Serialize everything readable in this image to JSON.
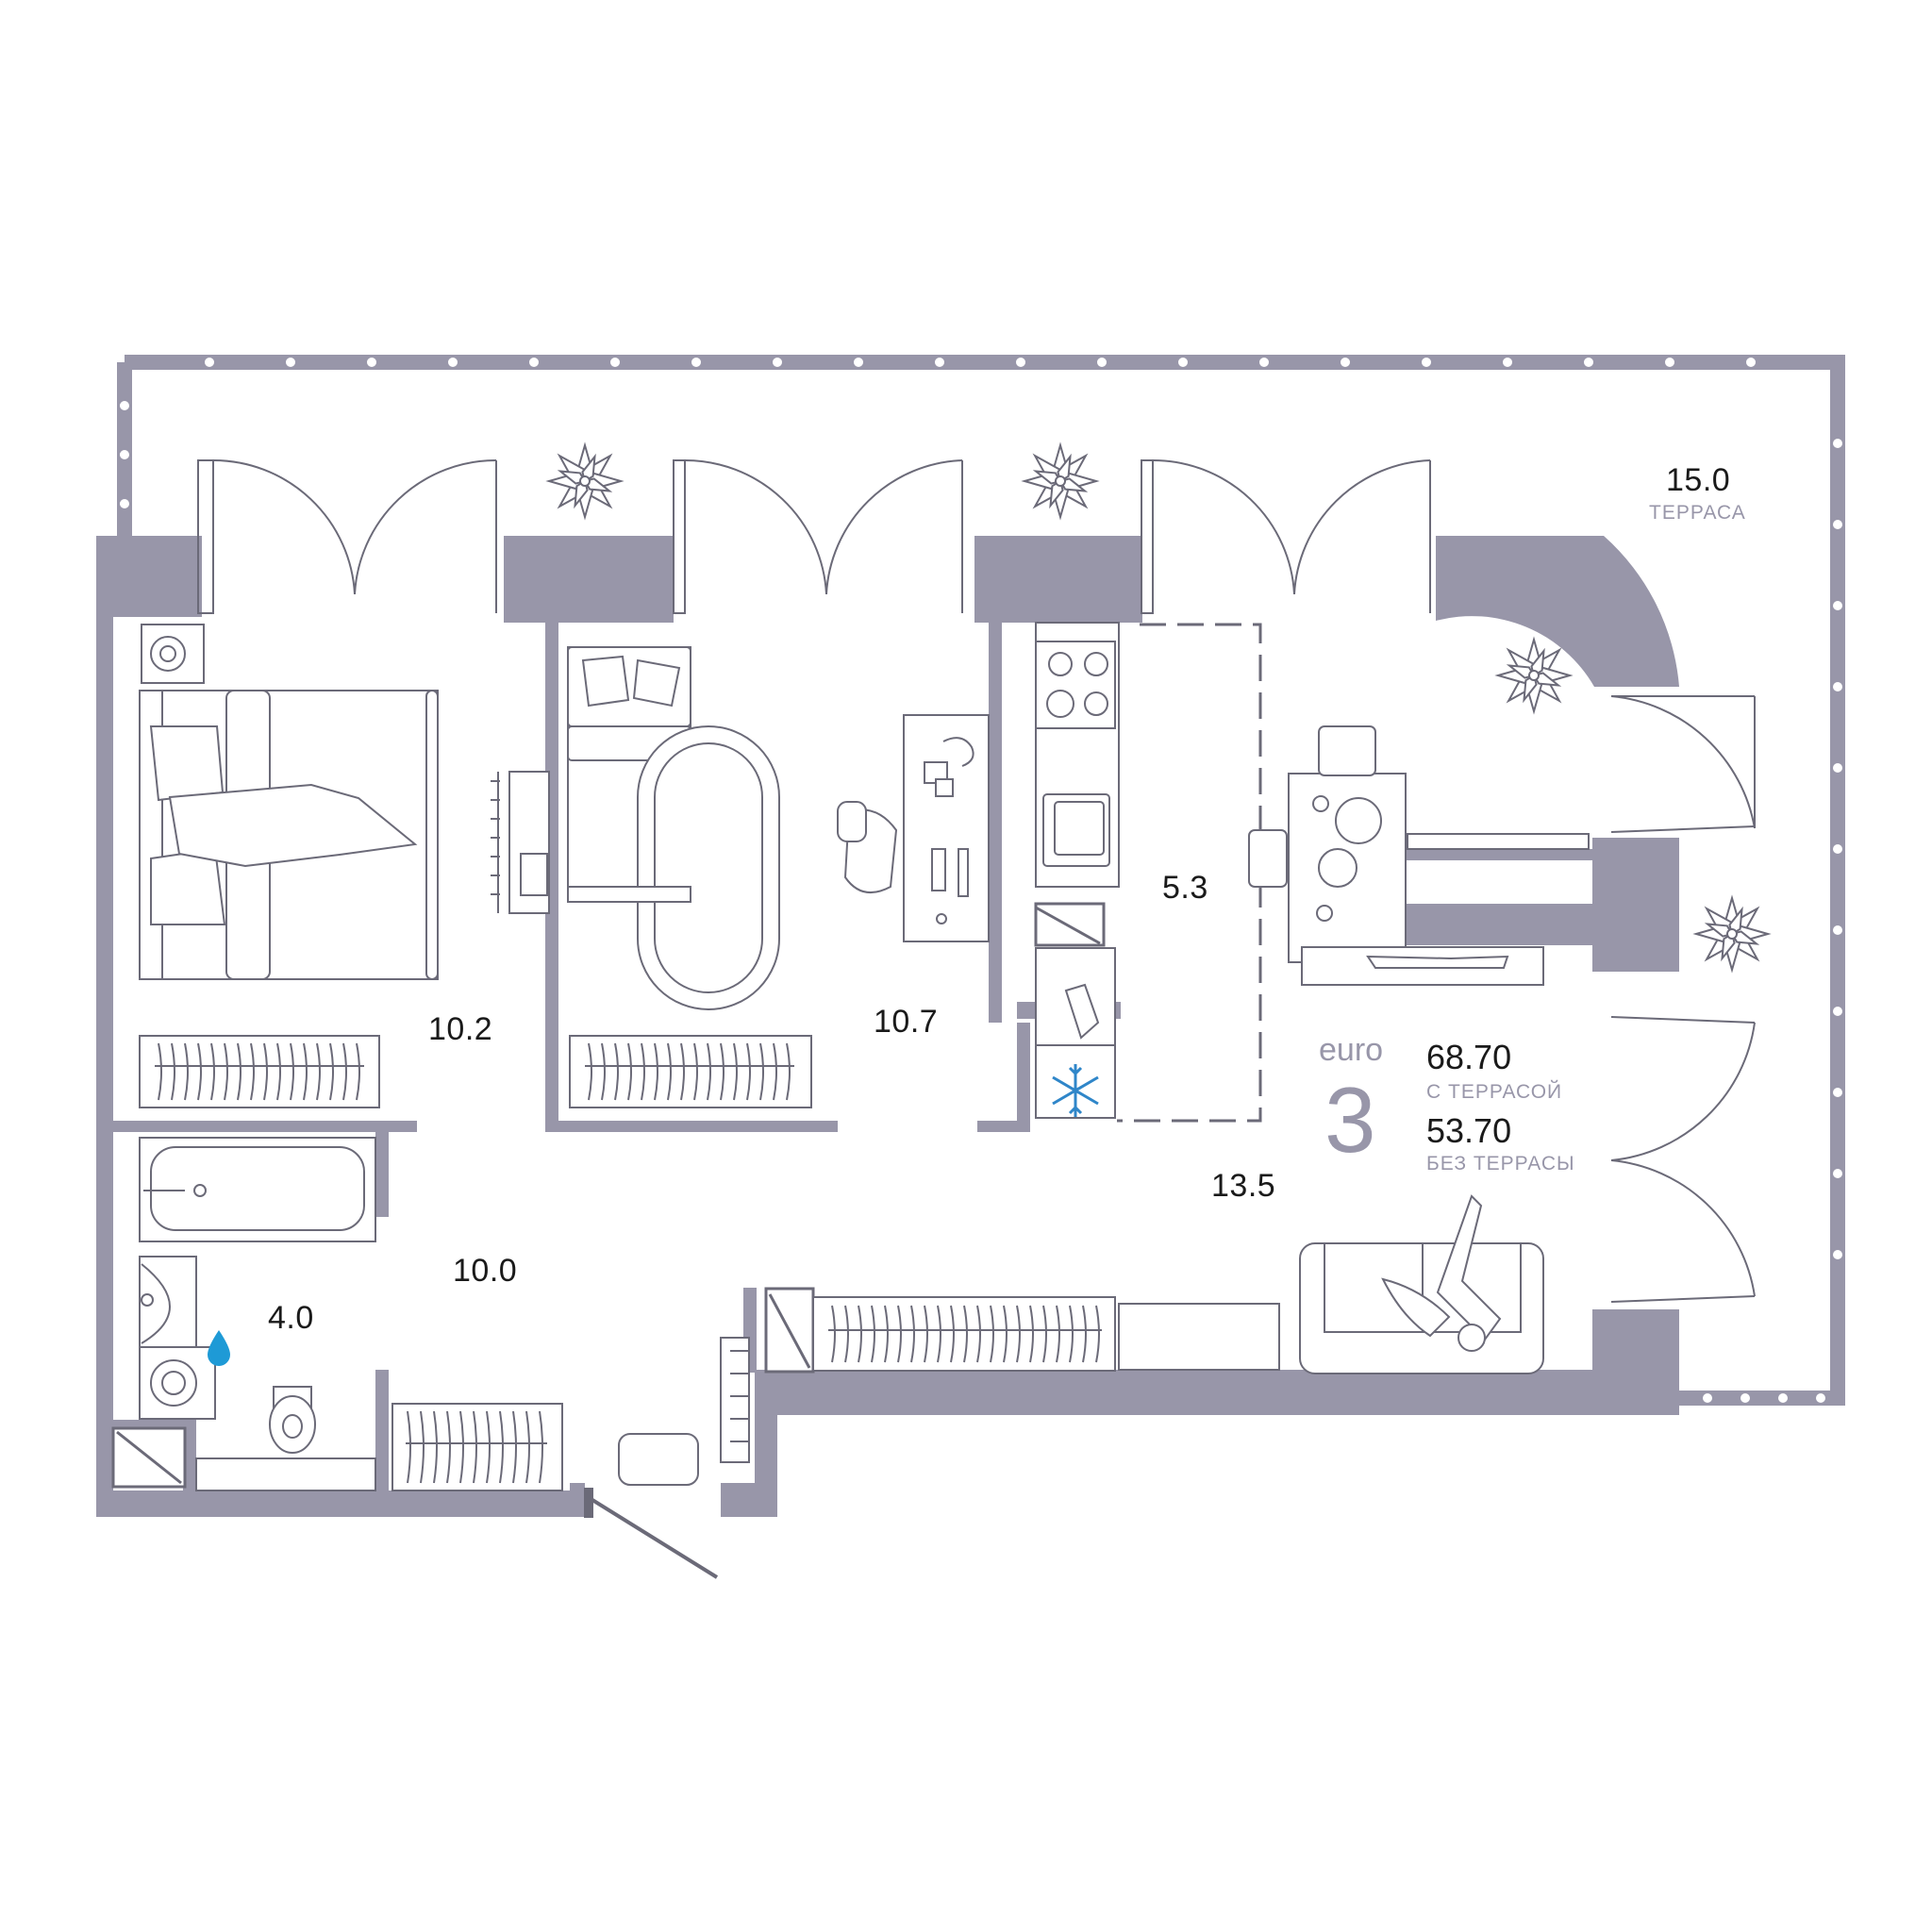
{
  "colors": {
    "wall": "#9896a9",
    "line": "#6b6a78",
    "accent_water": "#1e9ad6",
    "accent_snow": "#2f86c9",
    "text": "#1a1a1a",
    "muted": "#9896a9"
  },
  "rooms": {
    "terrace_area": "15.0",
    "terrace_label": "ТЕРРАСА",
    "bedroom1_area": "10.2",
    "bedroom2_area": "10.7",
    "kitchen_area": "5.3",
    "living_area": "13.5",
    "hall_area": "10.0",
    "bath_area": "4.0"
  },
  "summary": {
    "type_label": "euro",
    "room_count": "3",
    "area_with_terrace": "68.70",
    "with_terrace_label": "С ТЕРРАСОЙ",
    "area_without_terrace": "53.70",
    "without_terrace_label": "БЕЗ ТЕРРАСЫ"
  },
  "icons": [
    "plant-icon",
    "snowflake-icon",
    "water-drop-icon",
    "washing-machine-icon",
    "stove-icon",
    "sink-icon",
    "bathtub-icon",
    "toilet-icon",
    "bed-icon",
    "sofa-icon",
    "desk-icon",
    "chair-icon",
    "tv-icon",
    "dining-table-icon",
    "radiator-icon"
  ]
}
